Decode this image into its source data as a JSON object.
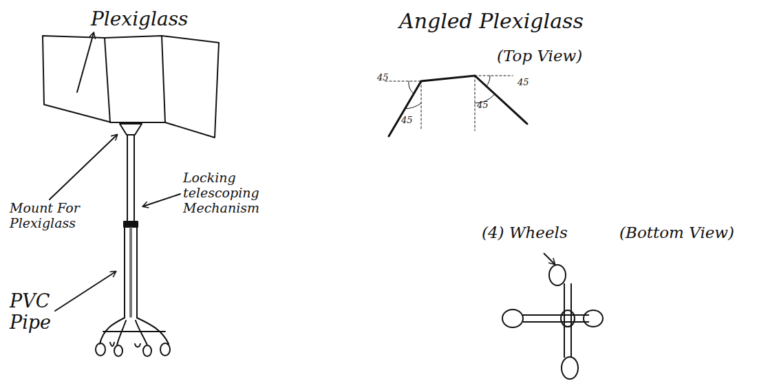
{
  "diagram": {
    "labels": [
      "Plexiglass",
      "Mount For Plexiglass",
      "Locking telescoping Mechanism",
      "PVC Pipe",
      "Angled Plexiglass",
      "(Top View)",
      "45",
      "45",
      "45",
      "45",
      "(4) Wheels",
      "(Bottom View)"
    ]
  }
}
